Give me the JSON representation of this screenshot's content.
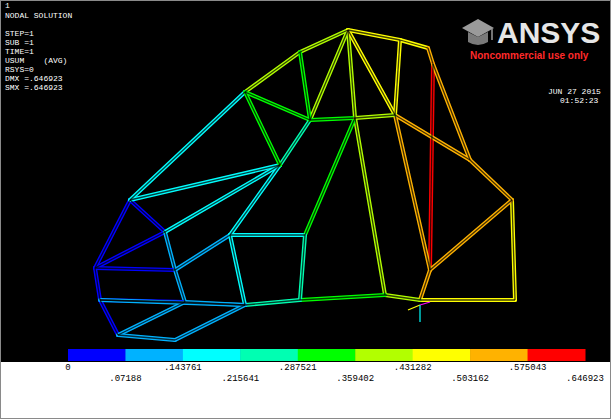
{
  "diagram": {
    "labels": [
      "1",
      "NODAL SOLUTION",
      "STEP=1",
      "SUB =1",
      "TIME=1",
      "USUM    (AVG)",
      "RSYS=0",
      "DMX =.646923",
      "SMX =.646923",
      "ANSYS",
      "Noncommercial use only",
      "JUN 27 2015",
      "01:52:23",
      "0",
      ".07188",
      ".143761",
      ".215641",
      ".287521",
      ".359402",
      ".431282",
      ".503162",
      ".575043",
      ".646923"
    ]
  }
}
